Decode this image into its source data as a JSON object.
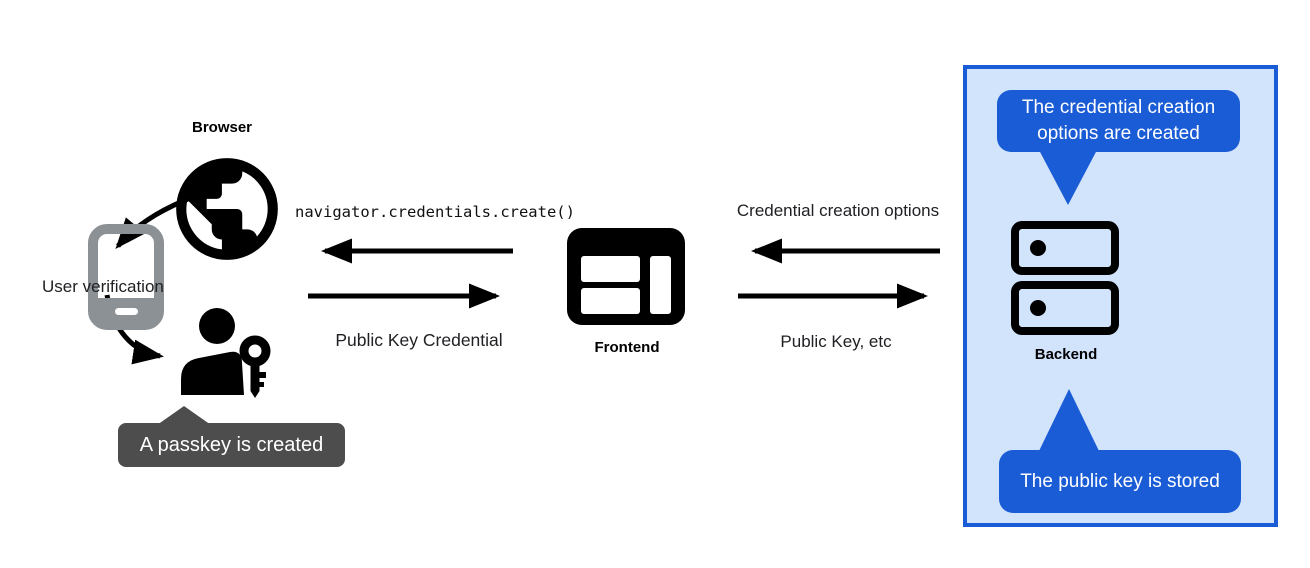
{
  "diagram": {
    "actors": {
      "browser": {
        "label": "Browser"
      },
      "device": {
        "label": "User verification"
      },
      "frontend": {
        "label": "Frontend"
      },
      "backend": {
        "label": "Backend"
      }
    },
    "messages": {
      "create_call": "navigator.credentials.create()",
      "public_key_credential": "Public Key Credential",
      "credential_creation_options": "Credential creation options",
      "public_key_etc": "Public Key, etc"
    },
    "callouts": {
      "passkey_created": "A passkey is created",
      "options_created": "The credential creation options are created",
      "key_stored": "The public key is stored"
    },
    "icons": {
      "browser": "globe-icon",
      "device": "smartphone-icon",
      "user": "person-key-icon",
      "frontend": "browser-window-icon",
      "backend": "server-icon"
    },
    "colors": {
      "bubble_blue": "#1A5CD6",
      "panel_bg": "#D2E3FC",
      "panel_border": "#1A5CD6",
      "dark_bubble": "#4D4D4D",
      "phone_gray": "#8C9196",
      "ink": "#000000",
      "text_color": "#202124"
    }
  }
}
